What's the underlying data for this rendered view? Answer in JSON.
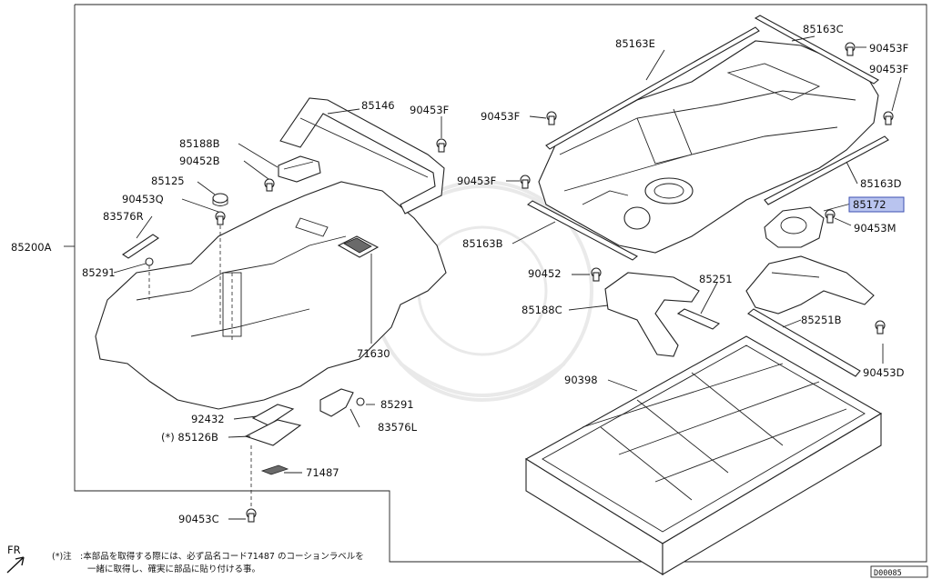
{
  "diagram": {
    "code": "D00085",
    "fr_label": "FR",
    "note_prefix": "(*)注",
    "note_line1": ":本部品を取得する際には、必ず品名コード71487 のコーションラベルを",
    "note_line2": "一緒に取得し、確実に部品に貼り付ける事。",
    "highlight_color": "#b9c4ef",
    "parts": {
      "p85200A": "85200A",
      "p85146": "85146",
      "p90453F_a": "90453F",
      "p85188B": "85188B",
      "p90452B": "90452B",
      "p85125": "85125",
      "p90453Q": "90453Q",
      "p83576R": "83576R",
      "p85291_a": "85291",
      "p71630": "71630",
      "p85291_b": "85291",
      "p92432": "92432",
      "p83576L": "83576L",
      "p85126B": "(*) 85126B",
      "p71487": "71487",
      "p90453C": "90453C",
      "p85163E": "85163E",
      "p85163C": "85163C",
      "p90453F_b": "90453F",
      "p90453F_c": "90453F",
      "p90453F_d": "90453F",
      "p90453F_e": "90453F",
      "p85163D": "85163D",
      "p85172": "85172",
      "p90453M": "90453M",
      "p85163B": "85163B",
      "p90452": "90452",
      "p85251": "85251",
      "p85188C": "85188C",
      "p85251B": "85251B",
      "p90398": "90398",
      "p90453D": "90453D"
    }
  }
}
